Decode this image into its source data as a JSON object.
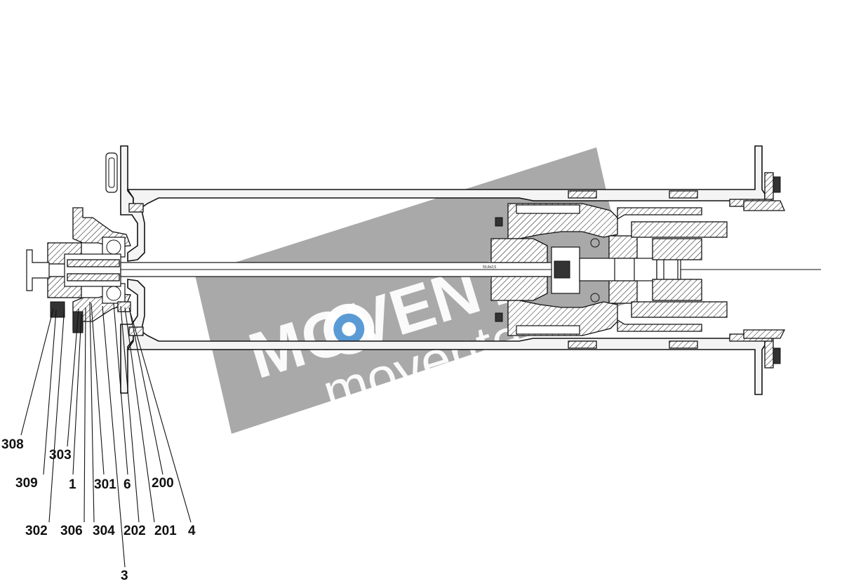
{
  "watermark": {
    "brand_big": "MOVENT",
    "brand_small": "movente",
    "band_color": "#9a9a9a",
    "accent_color": "#5b9bd5"
  },
  "callouts": [
    {
      "id": "c308",
      "label": "308"
    },
    {
      "id": "c309",
      "label": "309"
    },
    {
      "id": "c303",
      "label": "303"
    },
    {
      "id": "c1",
      "label": "1"
    },
    {
      "id": "c301",
      "label": "301"
    },
    {
      "id": "c6",
      "label": "6"
    },
    {
      "id": "c200",
      "label": "200"
    },
    {
      "id": "c302",
      "label": "302"
    },
    {
      "id": "c306",
      "label": "306"
    },
    {
      "id": "c304",
      "label": "304"
    },
    {
      "id": "c202",
      "label": "202"
    },
    {
      "id": "c201",
      "label": "201"
    },
    {
      "id": "c4",
      "label": "4"
    },
    {
      "id": "c3",
      "label": "3"
    }
  ],
  "tiny_label": "50,8x2,5"
}
